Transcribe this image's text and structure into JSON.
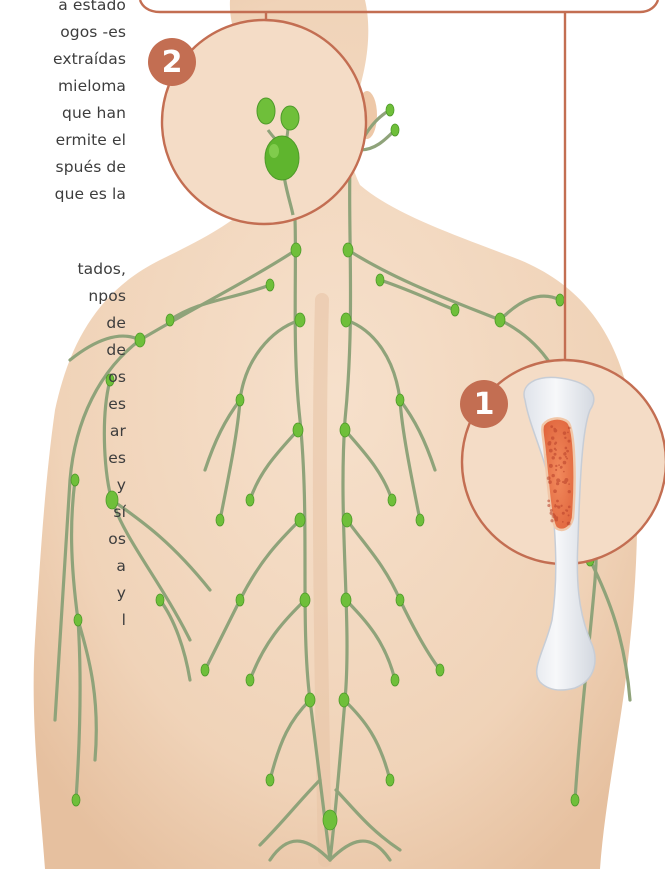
{
  "text_fragments": {
    "top": [
      "a estado",
      "ogos -es",
      "extraídas",
      "mieloma",
      "que han",
      "ermite el",
      "spués de",
      "que es la"
    ],
    "bottom": [
      "tados,",
      "npos",
      "de",
      "de",
      "os",
      "es",
      "ar",
      "es",
      "y",
      "sí",
      "os",
      "a",
      "y",
      "l"
    ]
  },
  "callouts": [
    {
      "number": "1",
      "subject": "bone-marrow"
    },
    {
      "number": "2",
      "subject": "neck-lymph-nodes"
    }
  ],
  "colors": {
    "skin": "#f2d6bd",
    "skin_shadow": "#e8c3a2",
    "lymph_vessel": "#8fa37a",
    "lymph_node": "#6fbf3a",
    "callout": "#c36e52",
    "bone": "#eef0f4",
    "marrow": "#e8734a"
  }
}
